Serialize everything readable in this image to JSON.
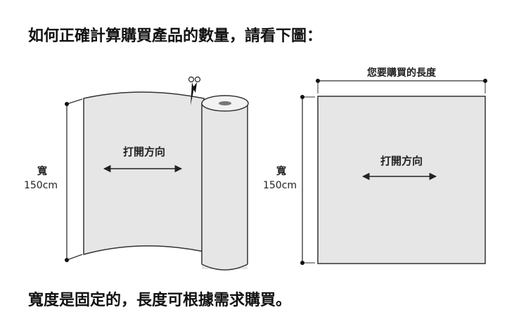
{
  "header": {
    "title": "如何正確計算購買產品的數量，請看下圖："
  },
  "footer": {
    "note": "寬度是固定的，長度可根據需求購買。"
  },
  "roll_diagram": {
    "width_label": "寬",
    "width_value": "150cm",
    "direction_label": "打開方向"
  },
  "sheet_diagram": {
    "length_label": "您要購買的長度",
    "width_label": "寬",
    "width_value": "150cm",
    "direction_label": "打開方向"
  },
  "colors": {
    "sheet_fill": "#e6e6e6",
    "line": "#333333"
  }
}
